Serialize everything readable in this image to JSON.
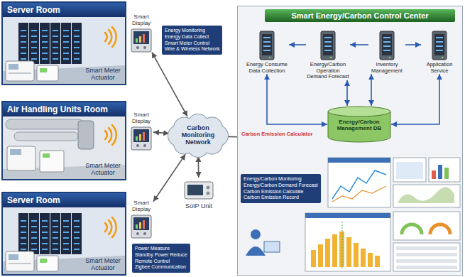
{
  "diagram": {
    "nodes": [
      {
        "text": [
          "Server Room",
          "Smart Meter Actuator"
        ]
      },
      {
        "text": [
          "Smart Display"
        ]
      },
      {
        "text": [
          "Energy Monitoring",
          "Energy Data Collect",
          "Smart Meter Control",
          "Wire & Wireless Network"
        ]
      },
      {
        "text": [
          "Air Handling Units Room",
          "Smart Meter Actuator"
        ]
      },
      {
        "text": [
          "Smart Display"
        ]
      },
      {
        "text": [
          "Carbon Monitoring Network"
        ]
      },
      {
        "text": [
          "SoIP Unit"
        ]
      },
      {
        "text": [
          "Server Room",
          "Smart Meter Actuator"
        ]
      },
      {
        "text": [
          "Smart Display"
        ]
      },
      {
        "text": [
          "Power Measure",
          "Standby Power Reduce",
          "Remote Control",
          "Zigbee Communication"
        ]
      },
      {
        "text": [
          "Smart Energy/Carbon Control Center"
        ]
      },
      {
        "text": [
          "Energy Consume Data Collection"
        ],
        "in": 10
      },
      {
        "text": [
          "Energy/Carbon Operation Demand Forecast"
        ],
        "in": 10
      },
      {
        "text": [
          "Inventory Management"
        ],
        "in": 10
      },
      {
        "text": [
          "Application Service"
        ],
        "in": 10
      },
      {
        "text": [
          "Energy/Carbon Management DB"
        ],
        "in": 10
      },
      {
        "text": [
          "Energy/Carbon Monitoring",
          "Energy/Carbon Demand Forecast",
          "Carbon Emission Calculate",
          "Carbon Emission Record"
        ],
        "in": 10
      }
    ],
    "edges": [
      {
        "from": 1,
        "to": 5,
        "arrow": "both"
      },
      {
        "from": 4,
        "to": 5,
        "arrow": "both"
      },
      {
        "from": 8,
        "to": 5,
        "arrow": "both"
      },
      {
        "from": 5,
        "to": 6,
        "arrow": "both"
      },
      {
        "from": 5,
        "to": 10,
        "arrow": "none"
      },
      {
        "from": 12,
        "to": 11,
        "arrow": "to"
      },
      {
        "from": 13,
        "to": 12,
        "arrow": "to"
      },
      {
        "from": 13,
        "to": 14,
        "arrow": "to"
      },
      {
        "from": 11,
        "to": 15,
        "arrow": "both"
      },
      {
        "from": 12,
        "to": 15,
        "arrow": "both"
      },
      {
        "from": 13,
        "to": 15,
        "arrow": "both"
      },
      {
        "from": 14,
        "to": 15,
        "arrow": "both"
      }
    ],
    "labels": [
      "Carbon Emission Calculator"
    ]
  }
}
